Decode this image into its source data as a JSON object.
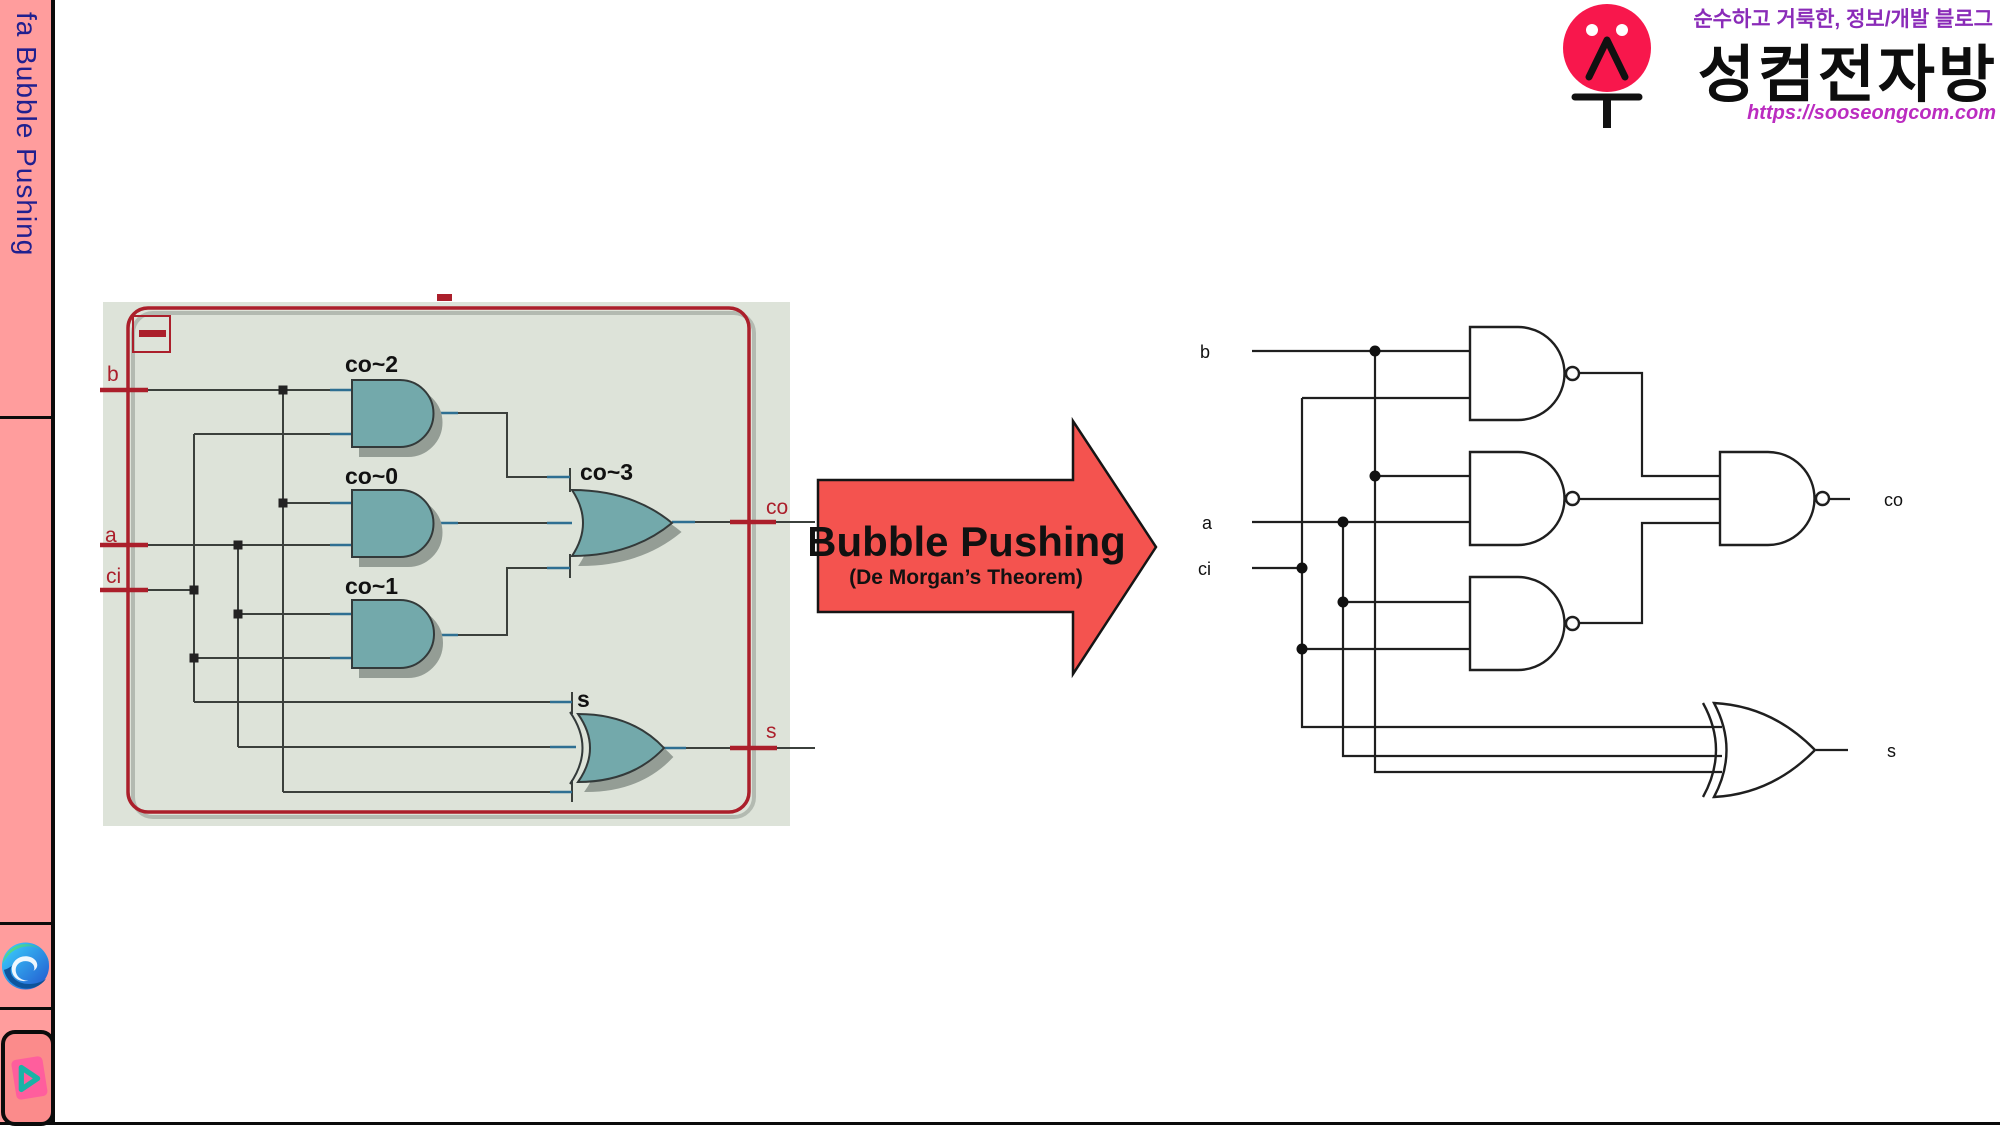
{
  "sidebar": {
    "tab_title": "fa Bubble Pushing",
    "taskbar": {
      "browser_icon": "microsoft-edge-icon",
      "player_icon": "media-player-play-icon"
    }
  },
  "logo": {
    "tagline": "순수하고 거룩한, 정보/개발 블로그",
    "site_name": "성컴전자방",
    "url": "https://sooseongcom.com",
    "brand_color": "#f8174c",
    "face_icon": "smiley-soo-mascot-icon"
  },
  "transform_arrow": {
    "title": "Bubble Pushing",
    "subtitle": "(De Morgan’s Theorem)",
    "fill": "#f4534f"
  },
  "left_diagram": {
    "style": "Quartus RTL schematic of full adder (AND-OR form)",
    "collapse_icon": "minus-collapse-icon",
    "inputs": [
      "b",
      "a",
      "ci"
    ],
    "outputs": [
      "co",
      "s"
    ],
    "gates": [
      {
        "id": "co~2",
        "type": "AND2",
        "inputs": [
          "b",
          "ci"
        ]
      },
      {
        "id": "co~0",
        "type": "AND2",
        "inputs": [
          "b",
          "a"
        ]
      },
      {
        "id": "co~1",
        "type": "AND2",
        "inputs": [
          "a",
          "ci"
        ]
      },
      {
        "id": "co~3",
        "type": "OR3",
        "inputs": [
          "co~2",
          "co~0",
          "co~1"
        ],
        "output": "co"
      },
      {
        "id": "s",
        "type": "XOR3",
        "inputs": [
          "ci",
          "a",
          "b"
        ],
        "output": "s"
      }
    ],
    "colors": {
      "background": "#dde3d9",
      "frame": "#ab1f2b",
      "gate_fill": "#73a9ab",
      "wire": "#3b403c",
      "pin_stub": "#2e6f92"
    }
  },
  "right_diagram": {
    "style": "NAND-equivalent schematic after bubble pushing",
    "inputs": [
      "b",
      "a",
      "ci"
    ],
    "outputs": [
      "co",
      "s"
    ],
    "gates": [
      {
        "type": "NAND2",
        "inputs": [
          "b",
          "ci"
        ]
      },
      {
        "type": "NAND2",
        "inputs": [
          "b",
          "a"
        ]
      },
      {
        "type": "NAND2",
        "inputs": [
          "a",
          "ci"
        ]
      },
      {
        "type": "NAND3",
        "output": "co"
      },
      {
        "type": "XOR3",
        "inputs": [
          "ci",
          "a",
          "b"
        ],
        "output": "s"
      }
    ]
  }
}
